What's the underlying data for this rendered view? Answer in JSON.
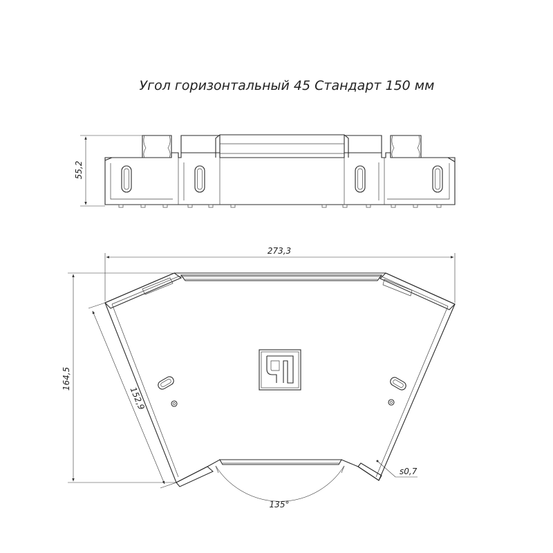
{
  "title": "Угол горизонтальный 45 Стандарт 150 мм",
  "dimensions": {
    "side_height": "55,2",
    "overall_width": "273,3",
    "overall_height": "164,5",
    "side_length": "152,9",
    "angle": "135°",
    "thickness": "s0,7"
  }
}
